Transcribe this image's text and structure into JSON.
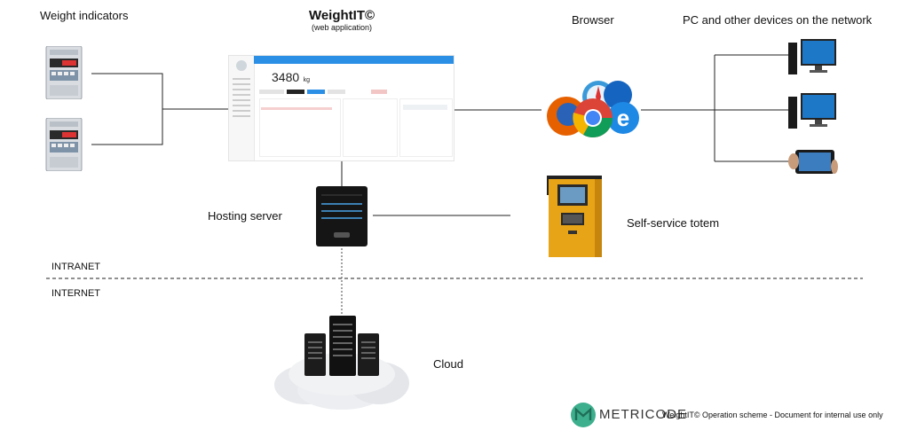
{
  "labels": {
    "weight_indicators": "Weight indicators",
    "app_title": "WeightIT©",
    "app_subtitle": "(web application)",
    "browser": "Browser",
    "pc_devices": "PC and other devices on the network",
    "hosting_server": "Hosting server",
    "self_service_totem": "Self-service totem",
    "intranet": "INTRANET",
    "internet": "INTERNET",
    "cloud": "Cloud"
  },
  "app_screenshot": {
    "weight_value": "3480",
    "weight_unit": "kg"
  },
  "footer": {
    "brand": "METRICODE",
    "caption": "WeightIT© Operation scheme - Document for internal use only"
  },
  "colors": {
    "brand_green": "#3daf8d",
    "app_blue": "#2b8fe6",
    "line": "#222222",
    "totem_yellow": "#e8a417"
  },
  "icons": [
    "weight-indicator-icon",
    "app-screenshot-icon",
    "browsers-icon",
    "pc-monitor-icon",
    "tablet-icon",
    "server-tower-icon",
    "totem-kiosk-icon",
    "cloud-servers-icon",
    "metricode-logo-icon"
  ]
}
